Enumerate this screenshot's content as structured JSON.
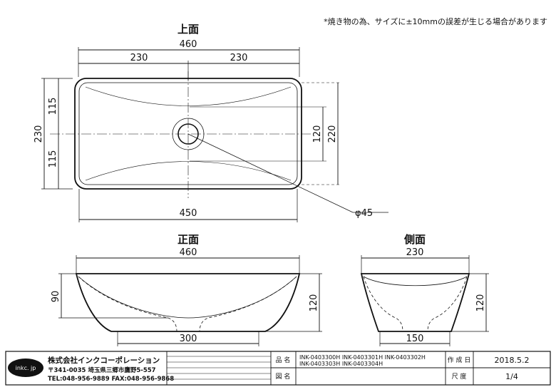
{
  "note": "*焼き物の為、サイズに±10mmの誤差が生じる場合があります",
  "top_view": {
    "title": "上面",
    "width_total": "460",
    "width_half_left": "230",
    "width_half_right": "230",
    "height_total": "230",
    "height_half_top": "115",
    "height_half_bottom": "115",
    "inner_height_total": "220",
    "inner_height_mid": "120",
    "inner_width": "450",
    "drain_diameter": "φ45"
  },
  "front_view": {
    "title": "正面",
    "width_total": "460",
    "base_width": "300",
    "height_total": "120",
    "inner_depth": "90"
  },
  "side_view": {
    "title": "側面",
    "width_total": "230",
    "base_width": "150",
    "height_total": "120"
  },
  "title_block": {
    "logo": "inkc. jp",
    "company": "株式会社インクコーポレーション",
    "address": "〒341-0035 埼玉県三郷市鷹野5-557",
    "contact": "TEL:048-956-9889  FAX:048-956-9868",
    "product_name_label": "品 名",
    "product_codes_line1": "INK-0403300H  INK-0403301H INK-0403302H",
    "product_codes_line2": "INK-0403303H  INK-0403304H",
    "drawing_name_label": "図 名",
    "created_label": "作 成 日",
    "created_date": "2018.5.2",
    "scale_label": "尺 度",
    "scale_value": "1/4"
  },
  "colors": {
    "line": "#111111",
    "hidden": "#444444",
    "background": "#ffffff"
  }
}
